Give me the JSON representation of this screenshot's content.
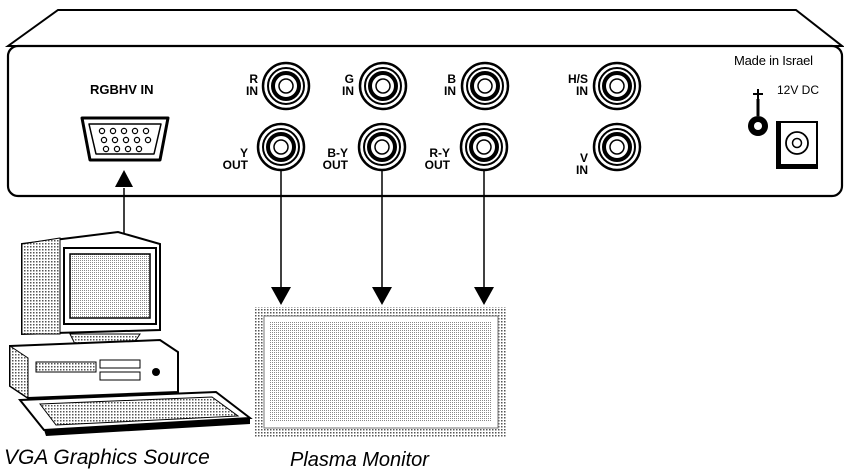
{
  "panel": {
    "rgbhv_label": "RGBHV IN",
    "made_in": "Made in Israel",
    "power_label": "12V DC"
  },
  "connectors": {
    "r_in": [
      "R",
      "IN"
    ],
    "g_in": [
      "G",
      "IN"
    ],
    "b_in": [
      "B",
      "IN"
    ],
    "hs_in": [
      "H/S",
      "IN"
    ],
    "y_out": [
      "Y",
      "OUT"
    ],
    "by_out": [
      "B-Y",
      "OUT"
    ],
    "ry_out": [
      "R-Y",
      "OUT"
    ],
    "v_in": [
      "V",
      "IN"
    ]
  },
  "captions": {
    "source": "VGA Graphics Source",
    "monitor": "Plasma Monitor"
  }
}
